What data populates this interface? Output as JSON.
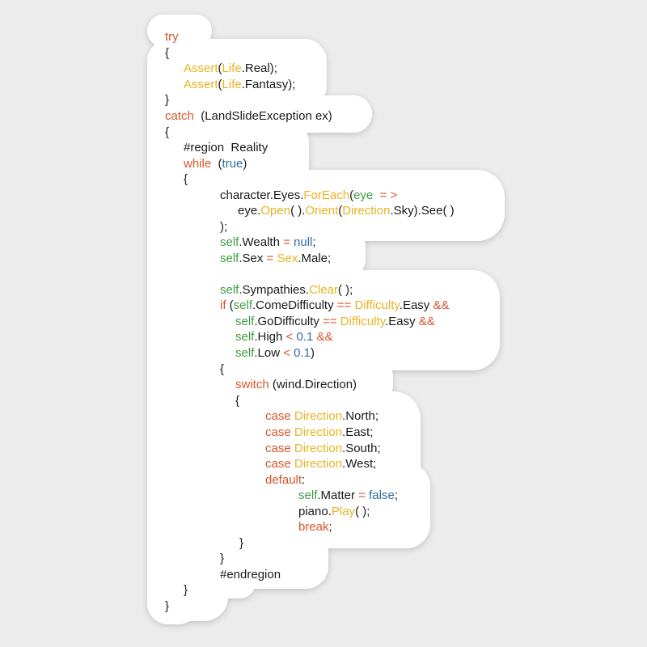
{
  "colors": {
    "keyword": "#d9542e",
    "type": "#e8b322",
    "variable": "#3f9b44",
    "literal": "#2f6ea3",
    "text": "#1a1a1a",
    "sticker": "#ffffff",
    "background": "#ececec"
  },
  "code_lines": [
    [
      [
        "kw",
        "try"
      ]
    ],
    [
      [
        "txt",
        "{"
      ]
    ],
    [
      [
        "cls",
        "Assert"
      ],
      [
        "txt",
        "("
      ],
      [
        "cls",
        "Life"
      ],
      [
        "txt",
        ".Real);"
      ]
    ],
    [
      [
        "cls",
        "Assert"
      ],
      [
        "txt",
        "("
      ],
      [
        "cls",
        "Life"
      ],
      [
        "txt",
        ".Fantasy);"
      ]
    ],
    [
      [
        "txt",
        "}"
      ]
    ],
    [
      [
        "kw",
        "catch"
      ],
      [
        "txt",
        "  (LandSlideException ex)"
      ]
    ],
    [
      [
        "txt",
        "{"
      ]
    ],
    [
      [
        "txt",
        "#region  Reality"
      ]
    ],
    [
      [
        "kw",
        "while"
      ],
      [
        "txt",
        "  ("
      ],
      [
        "lit",
        "true"
      ],
      [
        "txt",
        ")"
      ]
    ],
    [
      [
        "txt",
        "{"
      ]
    ],
    [
      [
        "txt",
        "character.Eyes."
      ],
      [
        "cls",
        "ForEach"
      ],
      [
        "txt",
        "("
      ],
      [
        "var",
        "eye"
      ],
      [
        "txt",
        "  "
      ],
      [
        "op",
        "= >"
      ]
    ],
    [
      [
        "txt",
        "eye."
      ],
      [
        "cls",
        "Open"
      ],
      [
        "txt",
        "( )."
      ],
      [
        "cls",
        "Orient"
      ],
      [
        "txt",
        "("
      ],
      [
        "cls",
        "Direction"
      ],
      [
        "txt",
        ".Sky).See( )"
      ]
    ],
    [
      [
        "txt",
        ");"
      ]
    ],
    [
      [
        "var",
        "self"
      ],
      [
        "txt",
        ".Wealth "
      ],
      [
        "op",
        "="
      ],
      [
        "txt",
        " "
      ],
      [
        "lit",
        "null"
      ],
      [
        "txt",
        ";"
      ]
    ],
    [
      [
        "var",
        "self"
      ],
      [
        "txt",
        ".Sex "
      ],
      [
        "op",
        "="
      ],
      [
        "txt",
        " "
      ],
      [
        "cls",
        "Sex"
      ],
      [
        "txt",
        ".Male;"
      ]
    ],
    [
      [
        "var",
        "self"
      ],
      [
        "txt",
        ".Sympathies."
      ],
      [
        "cls",
        "Clear"
      ],
      [
        "txt",
        "( );"
      ]
    ],
    [
      [
        "kw",
        "if"
      ],
      [
        "txt",
        " ("
      ],
      [
        "var",
        "self"
      ],
      [
        "txt",
        ".ComeDifficulty "
      ],
      [
        "op",
        "=="
      ],
      [
        "txt",
        " "
      ],
      [
        "cls",
        "Difficulty"
      ],
      [
        "txt",
        ".Easy "
      ],
      [
        "op",
        "&&"
      ]
    ],
    [
      [
        "var",
        "self"
      ],
      [
        "txt",
        ".GoDifficulty "
      ],
      [
        "op",
        "=="
      ],
      [
        "txt",
        " "
      ],
      [
        "cls",
        "Difficulty"
      ],
      [
        "txt",
        ".Easy "
      ],
      [
        "op",
        "&&"
      ]
    ],
    [
      [
        "var",
        "self"
      ],
      [
        "txt",
        ".High "
      ],
      [
        "op",
        "<"
      ],
      [
        "txt",
        " "
      ],
      [
        "lit",
        "0.1"
      ],
      [
        "txt",
        " "
      ],
      [
        "op",
        "&&"
      ]
    ],
    [
      [
        "var",
        "self"
      ],
      [
        "txt",
        ".Low "
      ],
      [
        "op",
        "<"
      ],
      [
        "txt",
        " "
      ],
      [
        "lit",
        "0.1"
      ],
      [
        "txt",
        ")"
      ]
    ],
    [
      [
        "txt",
        "{"
      ]
    ],
    [
      [
        "kw",
        "switch"
      ],
      [
        "txt",
        " (wind.Direction)"
      ]
    ],
    [
      [
        "txt",
        "{"
      ]
    ],
    [
      [
        "kw",
        "case"
      ],
      [
        "txt",
        " "
      ],
      [
        "cls",
        "Direction"
      ],
      [
        "txt",
        ".North;"
      ]
    ],
    [
      [
        "kw",
        "case"
      ],
      [
        "txt",
        " "
      ],
      [
        "cls",
        "Direction"
      ],
      [
        "txt",
        ".East;"
      ]
    ],
    [
      [
        "kw",
        "case"
      ],
      [
        "txt",
        " "
      ],
      [
        "cls",
        "Direction"
      ],
      [
        "txt",
        ".South;"
      ]
    ],
    [
      [
        "kw",
        "case"
      ],
      [
        "txt",
        " "
      ],
      [
        "cls",
        "Direction"
      ],
      [
        "txt",
        ".West;"
      ]
    ],
    [
      [
        "kw",
        "default"
      ],
      [
        "txt",
        ":"
      ]
    ],
    [
      [
        "var",
        "self"
      ],
      [
        "txt",
        ".Matter "
      ],
      [
        "op",
        "="
      ],
      [
        "txt",
        " "
      ],
      [
        "lit",
        "false"
      ],
      [
        "txt",
        ";"
      ]
    ],
    [
      [
        "txt",
        "piano."
      ],
      [
        "cls",
        "Play"
      ],
      [
        "txt",
        "( );"
      ]
    ],
    [
      [
        "kw",
        "break"
      ],
      [
        "txt",
        ";"
      ]
    ],
    [
      [
        "txt",
        "}"
      ]
    ],
    [
      [
        "txt",
        "}"
      ]
    ],
    [
      [
        "txt",
        "#endregion"
      ]
    ],
    [
      [
        "txt",
        "}"
      ]
    ],
    [
      [
        "txt",
        "}"
      ]
    ]
  ]
}
